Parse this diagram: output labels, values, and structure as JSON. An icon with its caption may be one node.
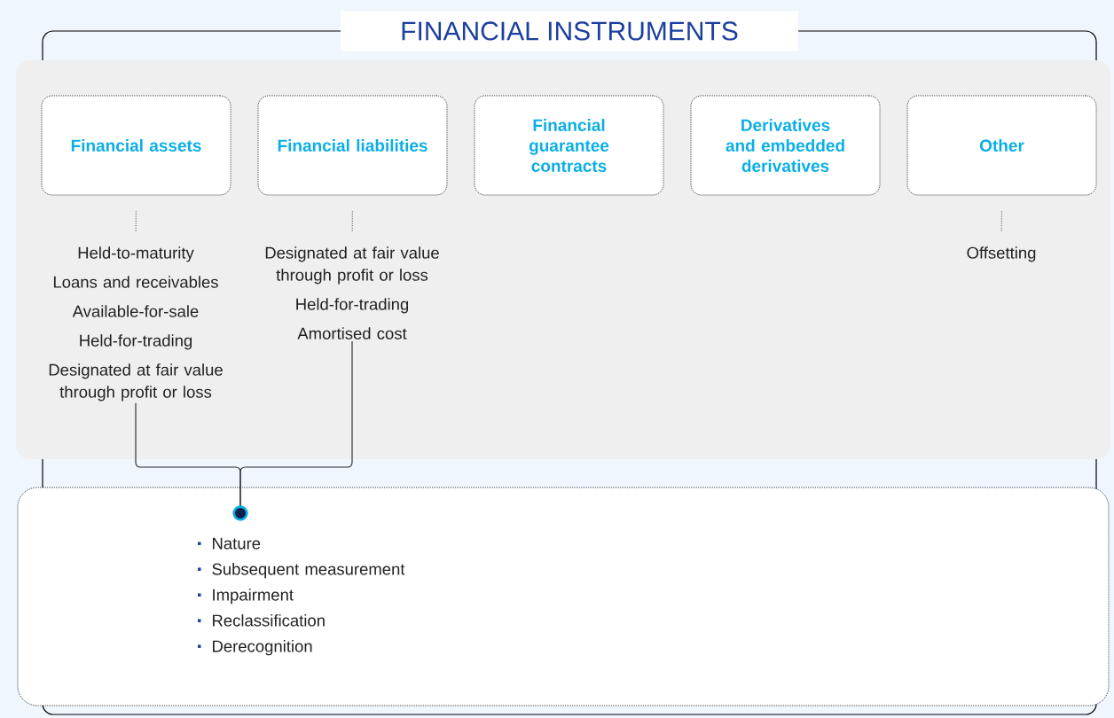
{
  "diagram": {
    "title": "FINANCIAL INSTRUMENTS",
    "nodes": [
      {
        "text": [
          "Financial assets"
        ]
      },
      {
        "text": [
          "Financial liabilities"
        ]
      },
      {
        "text": [
          "Financial guarantee contracts"
        ]
      },
      {
        "text": [
          "Derivatives and embedded derivatives"
        ]
      },
      {
        "text": [
          "Other"
        ]
      },
      {
        "text": [
          "Held-to-maturity",
          "Loans and receivables",
          "Available-for-sale",
          "Held-for-trading",
          "Designated at fair value through profit or loss"
        ]
      },
      {
        "text": [
          "Designated at fair value through profit or loss",
          "Held-for-trading",
          "Amortised cost"
        ]
      },
      {
        "text": [
          "Offsetting"
        ]
      },
      {
        "text": [
          "Nature",
          "Subsequent measurement",
          "Impairment",
          "Reclassification",
          "Derecognition"
        ]
      }
    ],
    "edges": [
      {
        "from": 0,
        "to": 5,
        "arrow": "none",
        "style": "dashed"
      },
      {
        "from": 1,
        "to": 6,
        "arrow": "none",
        "style": "dashed"
      },
      {
        "from": 4,
        "to": 7,
        "arrow": "none",
        "style": "dashed"
      },
      {
        "from": 5,
        "to": 8,
        "arrow": "other"
      },
      {
        "from": 6,
        "to": 8,
        "arrow": "other"
      }
    ]
  }
}
